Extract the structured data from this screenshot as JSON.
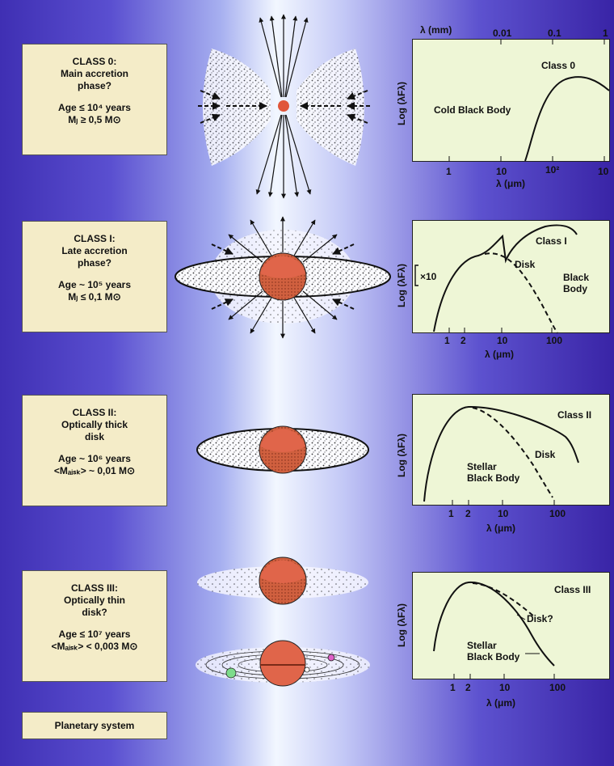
{
  "classes": [
    {
      "title": "CLASS 0:",
      "subtitle_lines": [
        "Main accretion",
        "phase?"
      ],
      "age": "Age ≤ 10⁴ years",
      "mass": "Mⱼ ≥ 0,5 M⊙"
    },
    {
      "title": "CLASS I:",
      "subtitle_lines": [
        "Late accretion",
        "phase?"
      ],
      "age": "Age ~ 10⁵ years",
      "mass": "Mⱼ ≤ 0,1 M⊙"
    },
    {
      "title": "CLASS II:",
      "subtitle_lines": [
        "Optically thick",
        "disk"
      ],
      "age": "Age ~ 10⁶ years",
      "mass": "<Mₐᵢₛₖ> ~ 0,01 M⊙"
    },
    {
      "title": "CLASS III:",
      "subtitle_lines": [
        "Optically thin",
        "disk?"
      ],
      "age": "Age ≤ 10⁷ years",
      "mass": "<Mₐᵢₛₖ> < 0,003 M⊙"
    }
  ],
  "planetary_label": "Planetary system",
  "plots": {
    "ylabel": "Log (λFλ)",
    "xlabel": "λ (μm)",
    "p0": {
      "top_axis_label": "λ (mm)",
      "top_ticks": [
        "0.01",
        "0.1",
        "1"
      ],
      "bottom_ticks": [
        "1",
        "10",
        "10²",
        "10"
      ],
      "curve_label": "Class 0",
      "bb_label": "Cold Black Body"
    },
    "p1": {
      "ticks": [
        "1",
        "2",
        "10",
        "100"
      ],
      "curve_label": "Class I",
      "disk_label": "Disk",
      "bb_label_lines": [
        "Black",
        "Body"
      ],
      "scale_label": "×10"
    },
    "p2": {
      "ticks": [
        "1",
        "2",
        "10",
        "100"
      ],
      "curve_label": "Class II",
      "disk_label": "Disk",
      "bb_label_lines": [
        "Stellar",
        "Black Body"
      ]
    },
    "p3": {
      "ticks": [
        "1",
        "2",
        "10",
        "100"
      ],
      "curve_label": "Class III",
      "disk_label": "Disk?",
      "bb_label_lines": [
        "Stellar",
        "Black Body"
      ]
    }
  }
}
